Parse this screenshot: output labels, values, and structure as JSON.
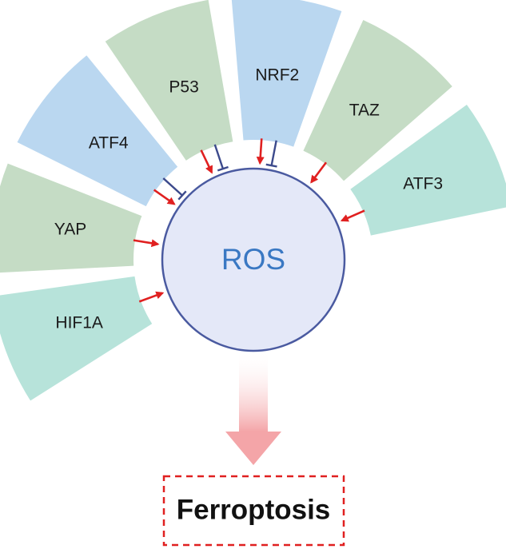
{
  "center": {
    "label": "ROS",
    "fill": "#e4e8f8",
    "stroke": "#4a5aa0",
    "text_color": "#3a78c3"
  },
  "segments": [
    {
      "label": "HIF1A",
      "fill": "#b7e3da",
      "effect": "promote"
    },
    {
      "label": "YAP",
      "fill": "#c5dcc5",
      "effect": "promote"
    },
    {
      "label": "ATF4",
      "fill": "#bad7f0",
      "effect": "promote-and-inhibit"
    },
    {
      "label": "P53",
      "fill": "#c5dcc5",
      "effect": "promote-and-inhibit"
    },
    {
      "label": "NRF2",
      "fill": "#bad7f0",
      "effect": "promote-and-inhibit"
    },
    {
      "label": "TAZ",
      "fill": "#c5dcc5",
      "effect": "promote"
    },
    {
      "label": "ATF3",
      "fill": "#b7e3da",
      "effect": "promote"
    }
  ],
  "arrow_colors": {
    "promote": "#e02020",
    "inhibit": "#3c4a8c"
  },
  "down_arrow_color": "#f4a5a8",
  "outcome": {
    "label": "Ferroptosis",
    "border_color": "#e02020"
  }
}
